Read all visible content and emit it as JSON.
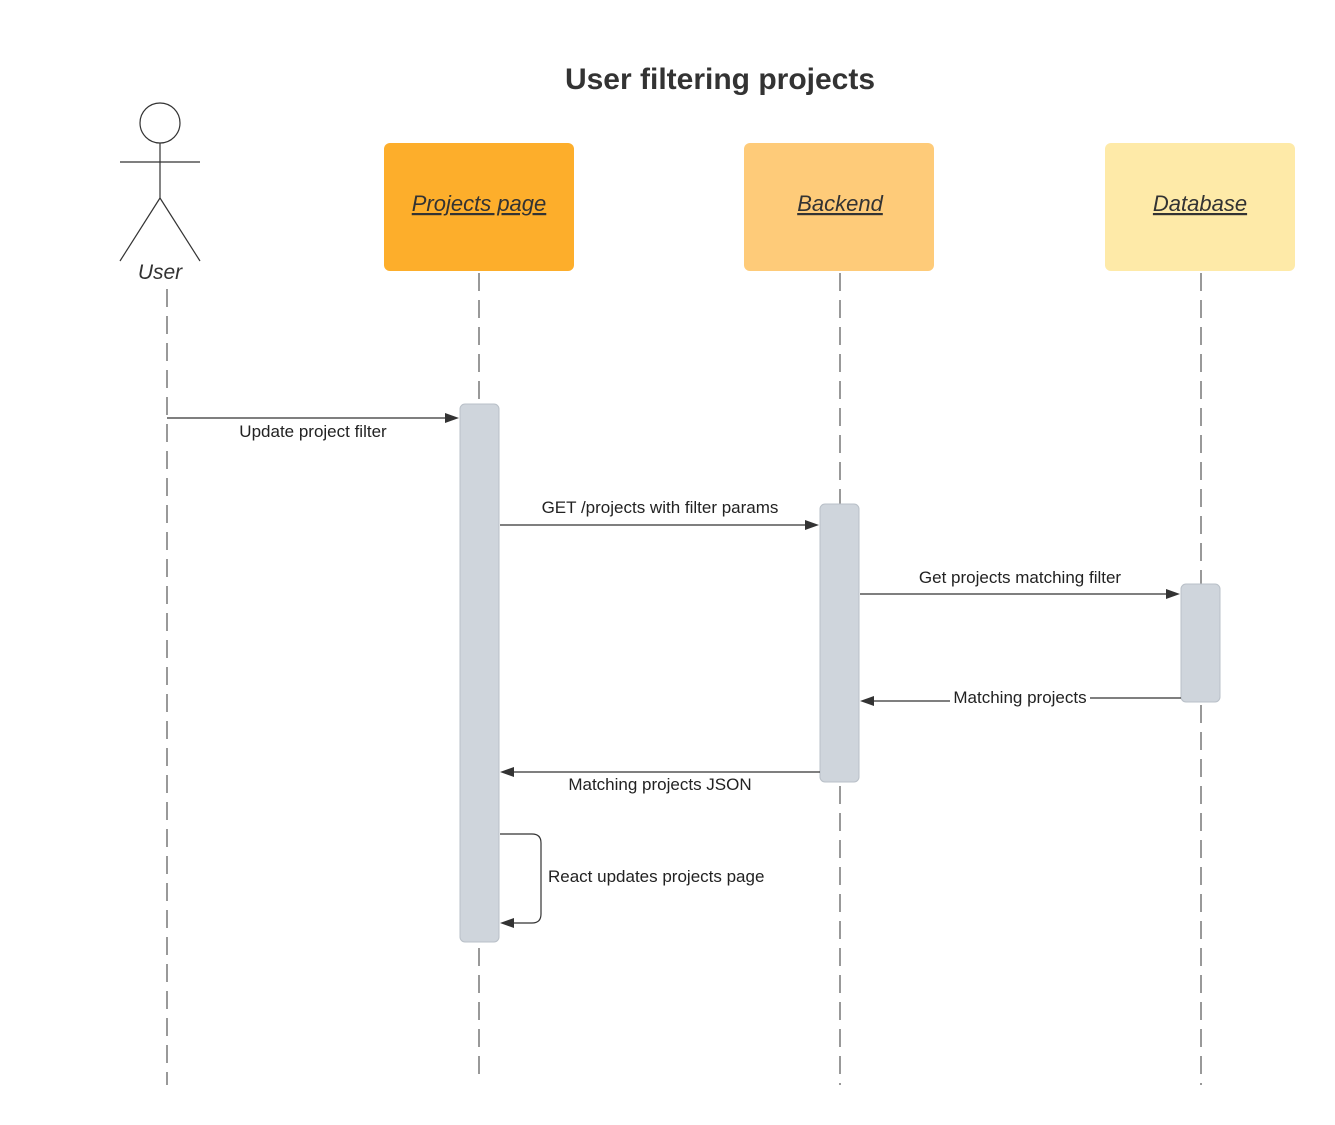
{
  "title": "User filtering projects",
  "actor": {
    "label": "User"
  },
  "participants": [
    {
      "label": "Projects page",
      "color": "#fdae2b"
    },
    {
      "label": "Backend",
      "color": "#fecb79"
    },
    {
      "label": "Database",
      "color": "#feeaa8"
    }
  ],
  "messages": [
    {
      "label": "Update project filter",
      "from": "User",
      "to": "Projects page",
      "kind": "call"
    },
    {
      "label": "GET /projects with filter params",
      "from": "Projects page",
      "to": "Backend",
      "kind": "call"
    },
    {
      "label": "Get projects matching filter",
      "from": "Backend",
      "to": "Database",
      "kind": "call"
    },
    {
      "label": "Matching projects",
      "from": "Database",
      "to": "Backend",
      "kind": "return"
    },
    {
      "label": "Matching projects JSON",
      "from": "Backend",
      "to": "Projects page",
      "kind": "return"
    },
    {
      "label": "React updates projects page",
      "from": "Projects page",
      "to": "Projects page",
      "kind": "self"
    }
  ],
  "colors": {
    "activation": "#cfd5dc",
    "line": "#333333"
  }
}
